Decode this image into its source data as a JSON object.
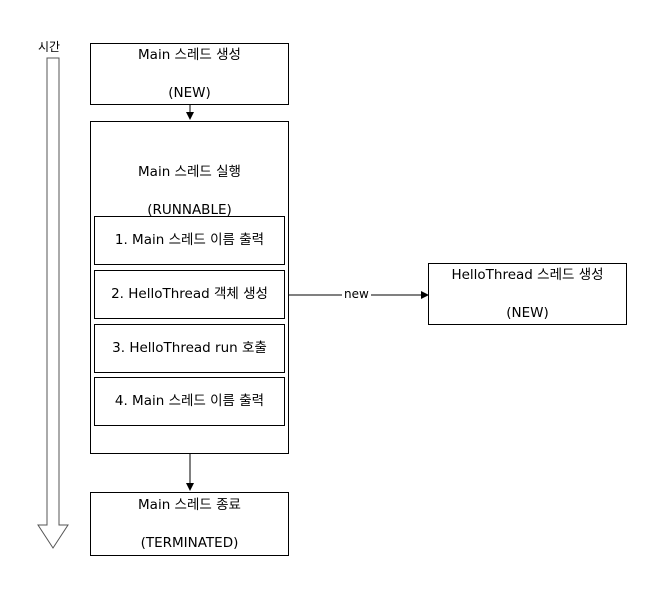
{
  "time_label": "시간",
  "nodes": {
    "main_new": {
      "line1": "Main 스레드 생성",
      "line2": "(NEW)"
    },
    "main_run": {
      "line1": "Main 스레드 실행",
      "line2": "(RUNNABLE)"
    },
    "steps": [
      "1. Main 스레드 이름 출력",
      "2. HelloThread 객체 생성",
      "3. HelloThread run 호출",
      "4. Main 스레드 이름 출력"
    ],
    "hello_new": {
      "line1": "HelloThread 스레드 생성",
      "line2": "(NEW)"
    },
    "main_end": {
      "line1": "Main 스레드 종료",
      "line2": "(TERMINATED)"
    }
  },
  "edges": {
    "new_label": "new"
  }
}
